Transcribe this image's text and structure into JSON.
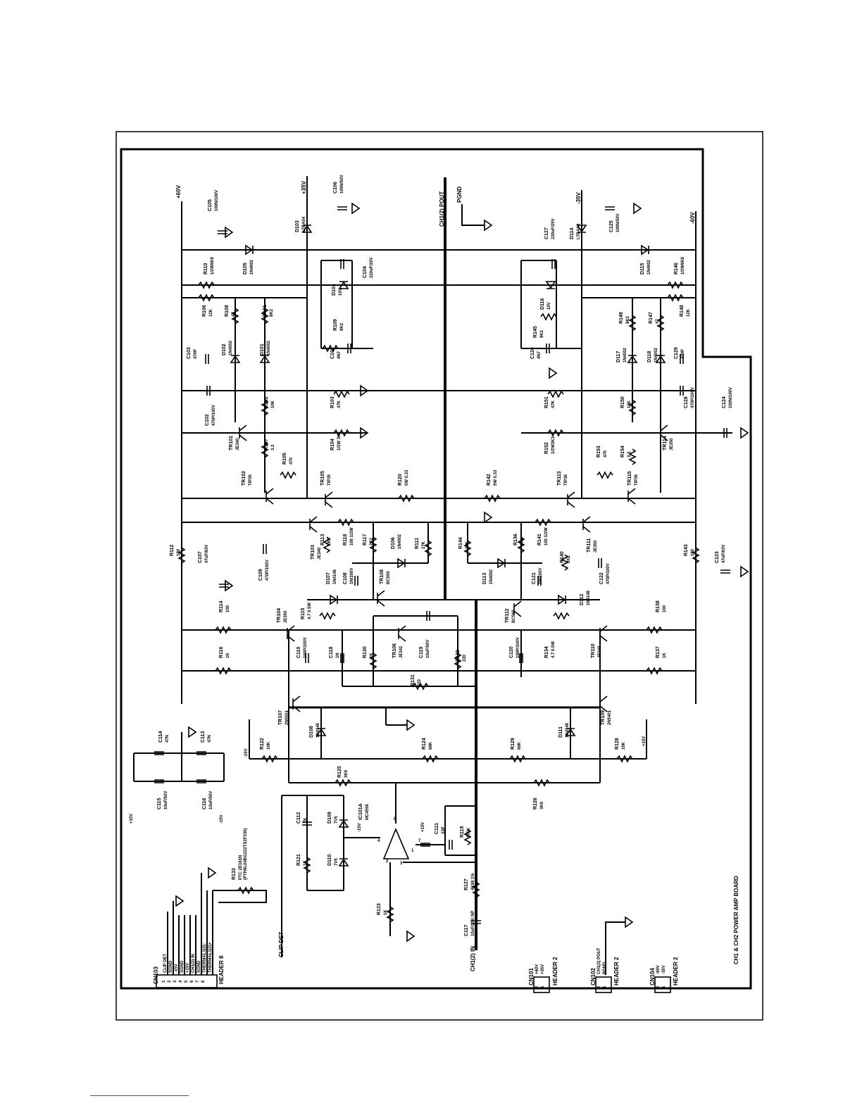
{
  "board_title": "CH1 & CH2 POWER AMP BOARD",
  "rails": {
    "pos60": "+60V",
    "neg60": "-60V",
    "pos35": "+35V",
    "neg35": "-35V",
    "pgnd": "PGND",
    "out": "CH1(2) POUT",
    "pos15": "+15V",
    "neg15": "-15V",
    "clip": "CLIP DET",
    "in": "CH1(2) IN"
  },
  "components": [
    {
      "id": "c105",
      "ref": "C105",
      "value": "100N/100V"
    },
    {
      "id": "c106",
      "ref": "C106",
      "value": "100N/50V"
    },
    {
      "id": "d103",
      "ref": "D103",
      "value": "LTBA04"
    },
    {
      "id": "r110",
      "ref": "R110",
      "value": "1/2W6K8"
    },
    {
      "id": "d105",
      "ref": "D105",
      "value": "1N4002"
    },
    {
      "id": "c104",
      "ref": "C104",
      "value": "220uF/25V"
    },
    {
      "id": "d104",
      "ref": "D104",
      "value": "10V"
    },
    {
      "id": "r106",
      "ref": "R106",
      "value": "12K"
    },
    {
      "id": "r108",
      "ref": "R108",
      "value": "47"
    },
    {
      "id": "r101",
      "ref": "R101",
      "value": "8K2"
    },
    {
      "id": "r109",
      "ref": "R109",
      "value": "8K2"
    },
    {
      "id": "c103",
      "ref": "C103",
      "value": "470P"
    },
    {
      "id": "d102",
      "ref": "D102",
      "value": "1N4002"
    },
    {
      "id": "d101",
      "ref": "D101",
      "value": "1N4002"
    },
    {
      "id": "c101",
      "ref": "C101",
      "value": "4N7"
    },
    {
      "id": "c102",
      "ref": "C102",
      "value": "470P/100V"
    },
    {
      "id": "r102",
      "ref": "R102",
      "value": "10K"
    },
    {
      "id": "r103",
      "ref": "R103",
      "value": "47K"
    },
    {
      "id": "tr101",
      "ref": "TR101",
      "value": "JE340"
    },
    {
      "id": "r107",
      "ref": "R107",
      "value": "3.3"
    },
    {
      "id": "r104",
      "ref": "R104",
      "value": "1/2W 3K3"
    },
    {
      "id": "r105",
      "ref": "R105",
      "value": "470"
    },
    {
      "id": "tr102",
      "ref": "TR102",
      "value": "TIP35"
    },
    {
      "id": "tr105",
      "ref": "TR105",
      "value": "TIP35"
    },
    {
      "id": "r120",
      "ref": "R120",
      "value": "5W 0.33"
    },
    {
      "id": "r142",
      "ref": "R142",
      "value": "5W 0.33"
    },
    {
      "id": "r112",
      "ref": "R112",
      "value": "100"
    },
    {
      "id": "c107",
      "ref": "C107",
      "value": "47uF/63V"
    },
    {
      "id": "tr103",
      "ref": "TR103",
      "value": "JE340"
    },
    {
      "id": "r113",
      "ref": "R113",
      "value": "2K2"
    },
    {
      "id": "r118",
      "ref": "R118",
      "value": "100 1/2W"
    },
    {
      "id": "r117",
      "ref": "R117",
      "value": "2K2"
    },
    {
      "id": "d106",
      "ref": "D106",
      "value": "1N4002"
    },
    {
      "id": "r111",
      "ref": "R111",
      "value": "27K"
    },
    {
      "id": "c109",
      "ref": "C109",
      "value": "470P/100V"
    },
    {
      "id": "d107",
      "ref": "D107",
      "value": "1N4148"
    },
    {
      "id": "c108",
      "ref": "C108",
      "value": "1N/100V"
    },
    {
      "id": "tr108",
      "ref": "TR108",
      "value": "BC550"
    },
    {
      "id": "r114",
      "ref": "R114",
      "value": "100"
    },
    {
      "id": "tr104",
      "ref": "TR104",
      "value": "JE350"
    },
    {
      "id": "r115",
      "ref": "R115",
      "value": "4.7 0.5W"
    },
    {
      "id": "r116",
      "ref": "R116",
      "value": "1K"
    },
    {
      "id": "c110",
      "ref": "C110",
      "value": "100P/100V"
    },
    {
      "id": "c118",
      "ref": "C118",
      "value": "1N"
    },
    {
      "id": "r130",
      "ref": "R130",
      "value": "1K"
    },
    {
      "id": "tr106",
      "ref": "TR106",
      "value": "JE342"
    },
    {
      "id": "c119",
      "ref": "C119",
      "value": "10uF/50V"
    },
    {
      "id": "r132",
      "ref": "R132",
      "value": "220"
    },
    {
      "id": "r131",
      "ref": "R131",
      "value": "820"
    },
    {
      "id": "tr107",
      "ref": "TR107",
      "value": "2N5551"
    },
    {
      "id": "d108",
      "ref": "D108",
      "value": "1N4148"
    },
    {
      "id": "r122",
      "ref": "R122",
      "value": "10K"
    },
    {
      "id": "r124",
      "ref": "R124",
      "value": "68K"
    },
    {
      "id": "r125",
      "ref": "R125",
      "value": "3K9"
    },
    {
      "id": "c114",
      "ref": "C114",
      "value": "47N"
    },
    {
      "id": "c113",
      "ref": "C113",
      "value": "47N"
    },
    {
      "id": "c115",
      "ref": "C115",
      "value": "10uF/50V"
    },
    {
      "id": "c116",
      "ref": "C116",
      "value": "10uF/50V"
    },
    {
      "id": "c112",
      "ref": "C112",
      "value": "1N"
    },
    {
      "id": "d109",
      "ref": "D109",
      "value": "7V5"
    },
    {
      "id": "d110",
      "ref": "D110",
      "value": "7V5"
    },
    {
      "id": "r121",
      "ref": "R121",
      "value": "1K"
    },
    {
      "id": "ic101",
      "ref": "IC101A",
      "value": "MC4558"
    },
    {
      "id": "c111",
      "ref": "C111",
      "value": "33P"
    },
    {
      "id": "r119",
      "ref": "R119",
      "value": "100K"
    },
    {
      "id": "r127",
      "ref": "R127",
      "value": "4K99 1%"
    },
    {
      "id": "c117",
      "ref": "C117",
      "value": "10uF/25V NP"
    },
    {
      "id": "r123",
      "ref": "R123",
      "value": "1K"
    },
    {
      "id": "r133",
      "ref": "R133",
      "value": "PTC 2E181N"
    },
    {
      "id": "r133b",
      "ref": "",
      "value": "(PTH9L04BG222TS2F330)"
    },
    {
      "id": "c127",
      "ref": "C127",
      "value": "220uF/25V"
    },
    {
      "id": "d114",
      "ref": "D114",
      "value": "LTBA04"
    },
    {
      "id": "c125",
      "ref": "C125",
      "value": "100N/50V"
    },
    {
      "id": "d115",
      "ref": "D115",
      "value": "1N4002"
    },
    {
      "id": "r146",
      "ref": "R146",
      "value": "1/2W6K8"
    },
    {
      "id": "d116",
      "ref": "D116",
      "value": "10V"
    },
    {
      "id": "r145",
      "ref": "R145",
      "value": "8K2"
    },
    {
      "id": "r149",
      "ref": "R149",
      "value": "8K2"
    },
    {
      "id": "r147",
      "ref": "R147",
      "value": "47"
    },
    {
      "id": "r148",
      "ref": "R148",
      "value": "12K"
    },
    {
      "id": "c126",
      "ref": "C126",
      "value": "4N7"
    },
    {
      "id": "d117",
      "ref": "D117",
      "value": "1N4002"
    },
    {
      "id": "d118",
      "ref": "D118",
      "value": "1N4002"
    },
    {
      "id": "c129",
      "ref": "C129",
      "value": "470P"
    },
    {
      "id": "r151",
      "ref": "R151",
      "value": "47K"
    },
    {
      "id": "r150",
      "ref": "R150",
      "value": "10K"
    },
    {
      "id": "c128",
      "ref": "C128",
      "value": "470P/100V"
    },
    {
      "id": "c124",
      "ref": "C124",
      "value": "100N/100V"
    },
    {
      "id": "r152",
      "ref": "R152",
      "value": "1/2W3K3"
    },
    {
      "id": "r153",
      "ref": "R153",
      "value": "470"
    },
    {
      "id": "r154",
      "ref": "R154",
      "value": "3.3"
    },
    {
      "id": "tr114",
      "ref": "TR114",
      "value": "JE350"
    },
    {
      "id": "tr113",
      "ref": "TR113",
      "value": "TIP36"
    },
    {
      "id": "tr115",
      "ref": "TR115",
      "value": "TIP36"
    },
    {
      "id": "r144",
      "ref": "R144",
      "value": "27K"
    },
    {
      "id": "r136",
      "ref": "R136",
      "value": "2K2"
    },
    {
      "id": "r141",
      "ref": "R141",
      "value": "100 1/2W"
    },
    {
      "id": "r140",
      "ref": "R140",
      "value": "2K2"
    },
    {
      "id": "tr111",
      "ref": "TR111",
      "value": "JE350"
    },
    {
      "id": "r143",
      "ref": "R143",
      "value": "100"
    },
    {
      "id": "c123",
      "ref": "C123",
      "value": "47uF/63V"
    },
    {
      "id": "d113",
      "ref": "D113",
      "value": "1N4002"
    },
    {
      "id": "c121",
      "ref": "C121",
      "value": "1N/100V"
    },
    {
      "id": "c122",
      "ref": "C122",
      "value": "470P/100V"
    },
    {
      "id": "tr112",
      "ref": "TR112",
      "value": "BC560"
    },
    {
      "id": "d112",
      "ref": "D112",
      "value": "1N4148"
    },
    {
      "id": "r138",
      "ref": "R138",
      "value": "100"
    },
    {
      "id": "c120",
      "ref": "C120",
      "value": "100P/100V"
    },
    {
      "id": "r134",
      "ref": "R134",
      "value": "4.7 0.5W"
    },
    {
      "id": "tr110",
      "ref": "TR110",
      "value": "JE340"
    },
    {
      "id": "r137",
      "ref": "R137",
      "value": "1K"
    },
    {
      "id": "tr109",
      "ref": "TR109",
      "value": "2N5401"
    },
    {
      "id": "d111",
      "ref": "D111",
      "value": "1N4148"
    },
    {
      "id": "r129",
      "ref": "R129",
      "value": "68K"
    },
    {
      "id": "r128",
      "ref": "R128",
      "value": "10K"
    },
    {
      "id": "r126",
      "ref": "R126",
      "value": "3K9"
    }
  ],
  "ic_pins": {
    "p1": "1",
    "p2": "2",
    "p3": "3",
    "p4": "4",
    "p7": "7",
    "p8": "8",
    "vneg": "-15V",
    "vpos": "+15V"
  },
  "connectors": {
    "cn103": {
      "ref": "CN103",
      "type": "HEADER 8",
      "pins": [
        "1",
        "2",
        "3",
        "4",
        "5",
        "6",
        "7",
        "8"
      ],
      "nets": [
        "CLIP DET",
        "SGND",
        "-15V",
        "SGND",
        "+15V",
        "CH1(2) IN",
        "SGND",
        "THERMAL1(2)-",
        "THERMAL1(2)+"
      ]
    },
    "cn101": {
      "ref": "CN101",
      "type": "HEADER 2",
      "pins": [
        "2",
        "1"
      ],
      "nets": [
        "+60V",
        "+35V"
      ]
    },
    "cn102": {
      "ref": "CN102",
      "type": "HEADER 2",
      "pins": [
        "2",
        "1"
      ],
      "nets": [
        "CH1(2) POUT",
        "PGND"
      ]
    },
    "cn104": {
      "ref": "CN104",
      "type": "HEADER 2",
      "pins": [
        "2",
        "1"
      ],
      "nets": [
        "-60V",
        "-35V"
      ]
    }
  }
}
